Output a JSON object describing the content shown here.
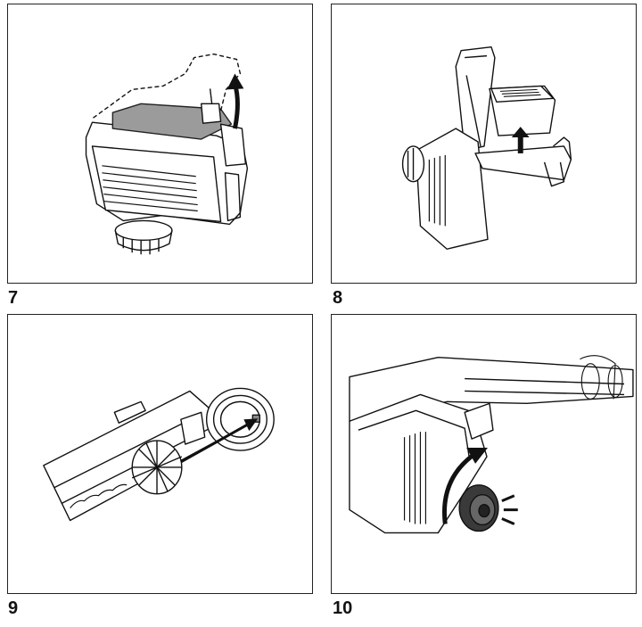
{
  "figures": [
    {
      "number": "7"
    },
    {
      "number": "8"
    },
    {
      "number": "9"
    },
    {
      "number": "10"
    }
  ]
}
